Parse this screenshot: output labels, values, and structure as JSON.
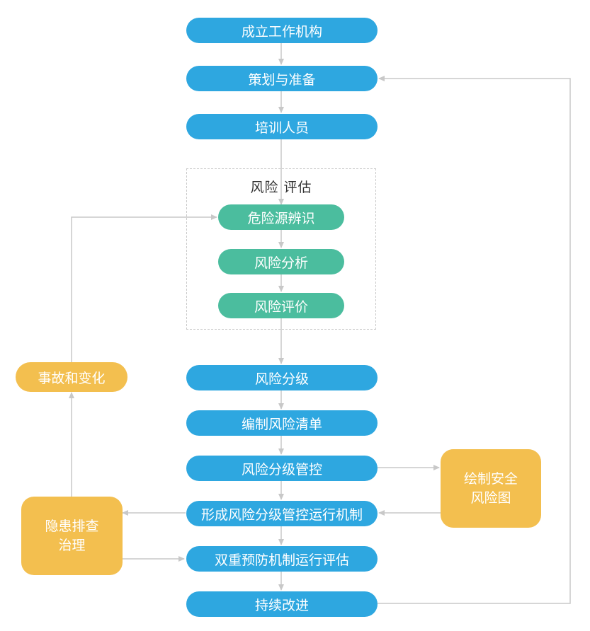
{
  "colors": {
    "main_flow": "#2ea7e0",
    "risk_assessment": "#4bbd9e",
    "side_process": "#f3bf4f",
    "connector": "#c8c8c8",
    "group_border": "#c9c9c9"
  },
  "main_flow": {
    "establish_org": "成立工作机构",
    "planning": "策划与准备",
    "training": "培训人员",
    "risk_grading": "风险分级",
    "risk_list": "编制风险清单",
    "graded_control": "风险分级管控",
    "control_mechanism": "形成风险分级管控运行机制",
    "dual_prevention_eval": "双重预防机制运行评估",
    "improvement": "持续改进"
  },
  "risk_assessment": {
    "title": "风险  评估",
    "hazard_identification": "危险源辨识",
    "risk_analysis": "风险分析",
    "risk_evaluation": "风险评价"
  },
  "side_nodes": {
    "accident_change": "事故和变化",
    "hazard_investigation": [
      "隐患排查",
      "治理"
    ],
    "safety_risk_map": [
      "绘制安全",
      "风险图"
    ]
  }
}
